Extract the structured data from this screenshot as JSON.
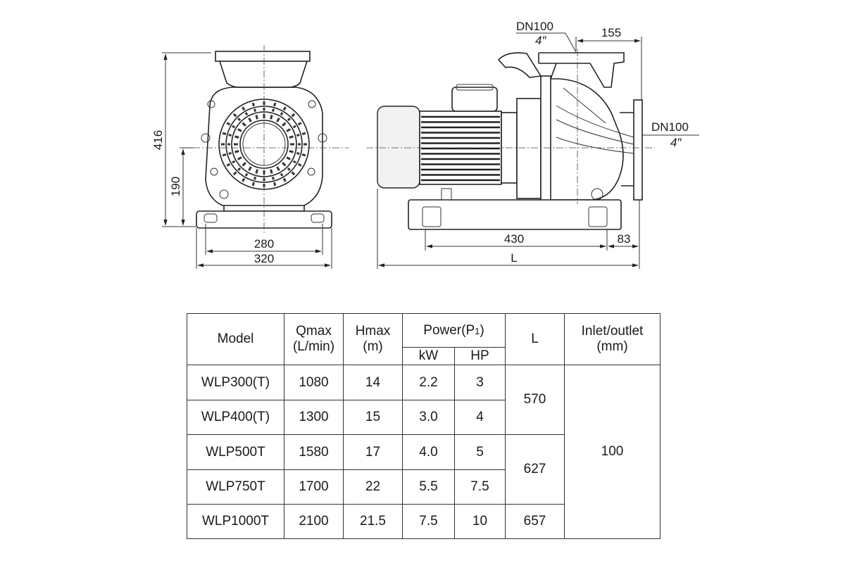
{
  "front_view": {
    "dim_height_total": "416",
    "dim_height_axis": "190",
    "dim_width_inner": "280",
    "dim_width_outer": "320"
  },
  "side_view": {
    "outlet_size": "DN100",
    "outlet_inch": "4″",
    "outlet_offset": "155",
    "inlet_size": "DN100",
    "inlet_inch": "4″",
    "dim_base": "430",
    "dim_end": "83",
    "dim_length": "L"
  },
  "table": {
    "headers": {
      "model": "Model",
      "qmax": "Qmax",
      "qmax_unit": "(L/min)",
      "hmax": "Hmax",
      "hmax_unit": "(m)",
      "power": "Power(P",
      "power_sub": "1",
      "power_close": ")",
      "kw": "kW",
      "hp": "HP",
      "l": "L",
      "inlet": "Inlet/outlet",
      "inlet_unit": "(mm)"
    },
    "rows": [
      {
        "model": "WLP300(T)",
        "qmax": "1080",
        "hmax": "14",
        "kw": "2.2",
        "hp": "3"
      },
      {
        "model": "WLP400(T)",
        "qmax": "1300",
        "hmax": "15",
        "kw": "3.0",
        "hp": "4"
      },
      {
        "model": "WLP500T",
        "qmax": "1580",
        "hmax": "17",
        "kw": "4.0",
        "hp": "5"
      },
      {
        "model": "WLP750T",
        "qmax": "1700",
        "hmax": "22",
        "kw": "5.5",
        "hp": "7.5"
      },
      {
        "model": "WLP1000T",
        "qmax": "2100",
        "hmax": "21.5",
        "kw": "7.5",
        "hp": "10"
      }
    ],
    "l_values": [
      "570",
      "627",
      "657"
    ],
    "inlet_value": "100"
  }
}
